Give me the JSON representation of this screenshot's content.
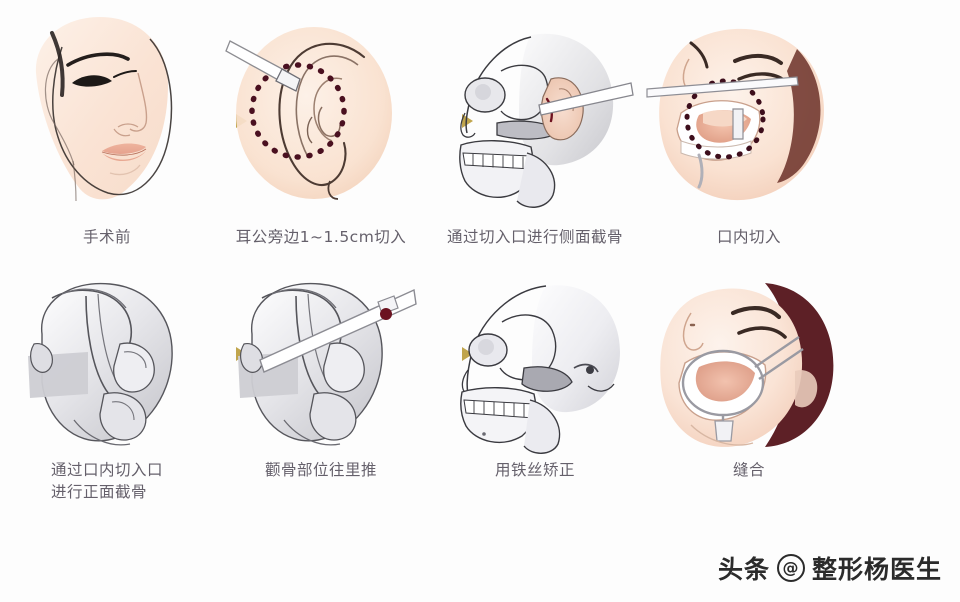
{
  "infographic": {
    "title_alt": "颧骨缩小手术步骤图解",
    "arrow_icon": "play-triangle-icon",
    "steps": [
      {
        "index": 1,
        "caption": "手术前",
        "art": "female-face-profile",
        "row": "top"
      },
      {
        "index": 2,
        "caption": "耳公旁边1~1.5cm切入",
        "art": "ear-incision-marked",
        "row": "top"
      },
      {
        "index": 3,
        "caption": "通过切入口进行侧面截骨",
        "art": "skull-lateral-osteotomy",
        "row": "top"
      },
      {
        "index": 4,
        "caption": "口内切入",
        "art": "intraoral-incision",
        "row": "top"
      },
      {
        "index": 5,
        "caption": "通过口内切入口\n进行正面截骨",
        "art": "skull-superior-frontal-osteotomy",
        "row": "bottom"
      },
      {
        "index": 6,
        "caption": "颧骨部位往里推",
        "art": "skull-push-zygoma-inward",
        "row": "bottom"
      },
      {
        "index": 7,
        "caption": "用铁丝矫正",
        "art": "skull-wire-fixation",
        "row": "bottom"
      },
      {
        "index": 8,
        "caption": "缝合",
        "art": "face-suture-retractor",
        "row": "bottom"
      }
    ]
  },
  "watermark": {
    "platform": "头条",
    "at_symbol": "@",
    "account": "整形杨医生"
  },
  "colors": {
    "arrow": "#b89a35",
    "caption_text": "#5a5560",
    "incision_marker": "#4a1020",
    "skin_light": "#fbe6d8",
    "skin_mid": "#f5d2bd",
    "bone_gray": "#d8d8da",
    "hair_maroon": "#5d2026",
    "background": "#fdfdfd"
  }
}
